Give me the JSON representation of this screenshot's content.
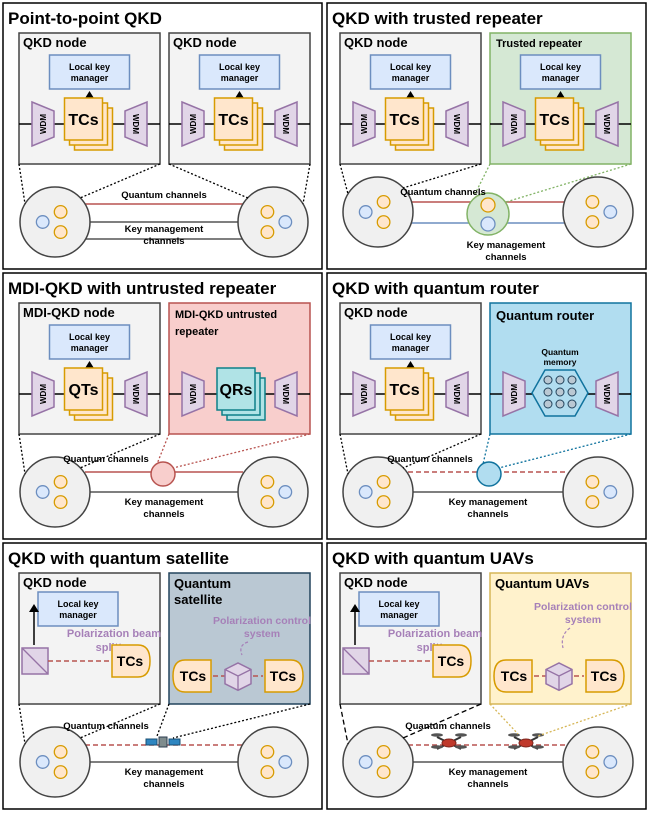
{
  "colors": {
    "node_bg": "#f3f3f3",
    "lkm_fill": "#dae8fc",
    "lkm_stroke": "#6c8ebf",
    "tc_fill": "#ffe6cc",
    "tc_stroke": "#d79b00",
    "wdm_fill": "#e1d5e7",
    "wdm_stroke": "#9673a6",
    "trusted_fill": "#d5e8d4",
    "trusted_stroke": "#82b366",
    "untrusted_fill": "#f8cecc",
    "untrusted_stroke": "#b85450",
    "router_fill": "#b1ddf0",
    "router_stroke": "#10739e",
    "qr_fill": "#b0e3e6",
    "qr_stroke": "#0e8088",
    "sat_fill": "#bac8d3",
    "sat_stroke": "#23445d",
    "uav_fill": "#fff2cc",
    "uav_stroke": "#d6b656",
    "quantum_line": "#b85450",
    "key_line": "#6c8ebf",
    "purple_text": "#a680b8"
  },
  "labels": {
    "qkd_node": "QKD node",
    "mdi_node": "MDI-QKD node",
    "local_key_manager": "Local key manager",
    "tcs": "TCs",
    "qts": "QTs",
    "qrs": "QRs",
    "wdm": "WDM",
    "quantum_channels": "Quantum channels",
    "key_management_channels": "Key management channels",
    "trusted_repeater": "Trusted repeater",
    "untrusted_repeater": "MDI-QKD untrusted repeater",
    "quantum_router": "Quantum router",
    "quantum_memory": "Quantum memory",
    "quantum_satellite": "Quantum satellite",
    "quantum_uavs": "Quantum UAVs",
    "polarization_beam_splitter": "Polarization beam splitter",
    "polarization_control_system": "Polarization control system"
  },
  "panels": [
    {
      "title": "Point-to-point QKD"
    },
    {
      "title": "QKD with trusted repeater"
    },
    {
      "title": "MDI-QKD with untrusted repeater"
    },
    {
      "title": "QKD with quantum router"
    },
    {
      "title": "QKD with quantum satellite"
    },
    {
      "title": "QKD with quantum UAVs"
    }
  ]
}
